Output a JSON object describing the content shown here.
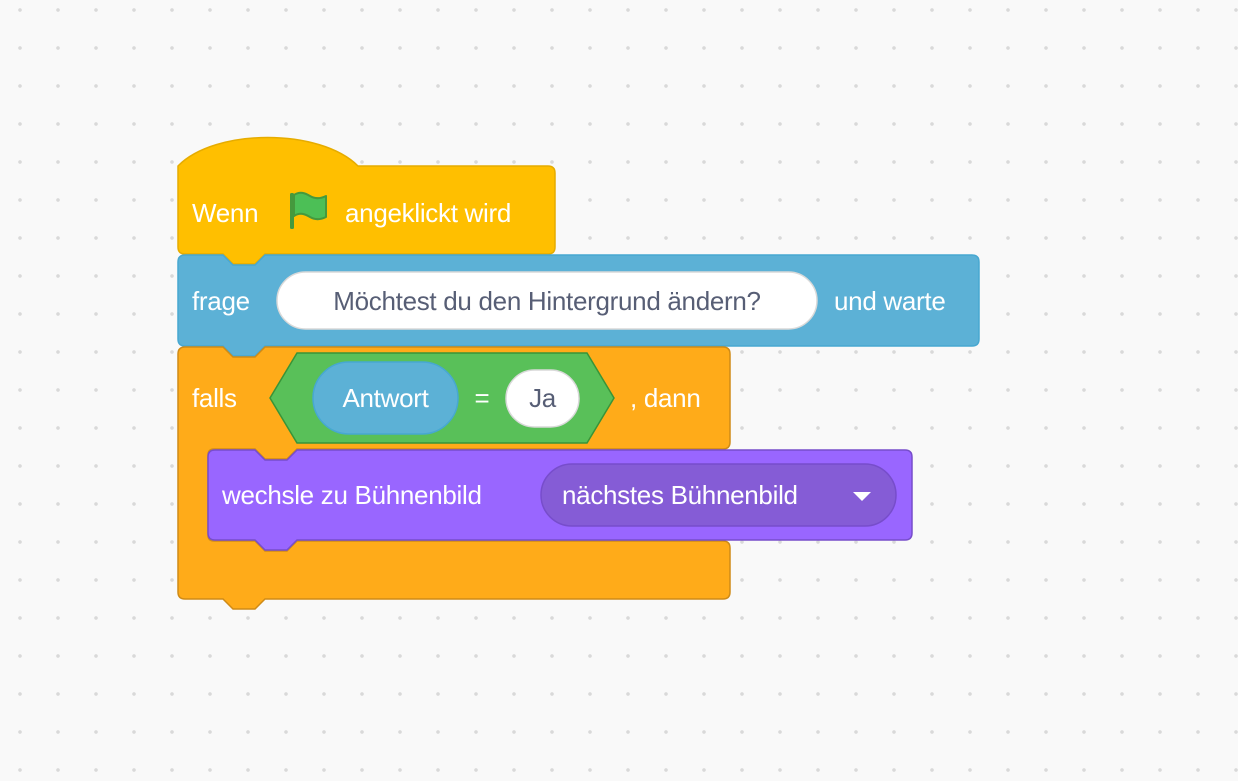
{
  "scripts": [
    {
      "hat": {
        "prefix": "Wenn",
        "icon": "green-flag-icon",
        "suffix": "angeklickt wird",
        "color": "#ffbf00",
        "border": "#e6ac00"
      },
      "ask": {
        "prefix": "frage",
        "input_value": "Möchtest du den Hintergrund ändern?",
        "suffix": "und warte",
        "color": "#5cb1d6",
        "border": "#47a8d1"
      },
      "if_block": {
        "prefix": "falls",
        "suffix": ", dann",
        "color": "#ffab19",
        "border": "#cf8b17",
        "condition": {
          "operator": "=",
          "left_reporter": "Antwort",
          "right_value": "Ja",
          "color": "#59c059",
          "border": "#389438"
        },
        "body": {
          "prefix": "wechsle zu Bühnenbild",
          "dropdown_value": "nächstes Bühnenbild",
          "color": "#9966ff",
          "border": "#774dcb",
          "dropdown_color": "#855cd6"
        }
      }
    }
  ]
}
